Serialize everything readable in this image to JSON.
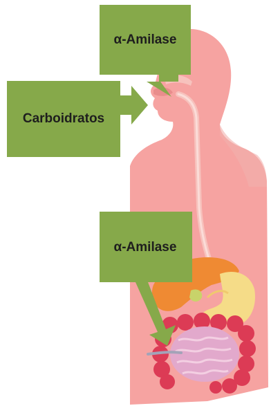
{
  "callouts": {
    "top_enzyme": "α-Amilase",
    "substrate": "Carboidratos",
    "lower_enzyme": "α-Amilase"
  },
  "colors": {
    "callout_fill": "#86a94a",
    "body_fill": "#f6a3a1",
    "body_dark": "#e98d8c",
    "esophagus": "#f7c2bd",
    "liver": "#ef8a33",
    "stomach": "#f5dc88",
    "small_intestine": "#e2a9cc",
    "large_intestine": "#dc3b55"
  }
}
